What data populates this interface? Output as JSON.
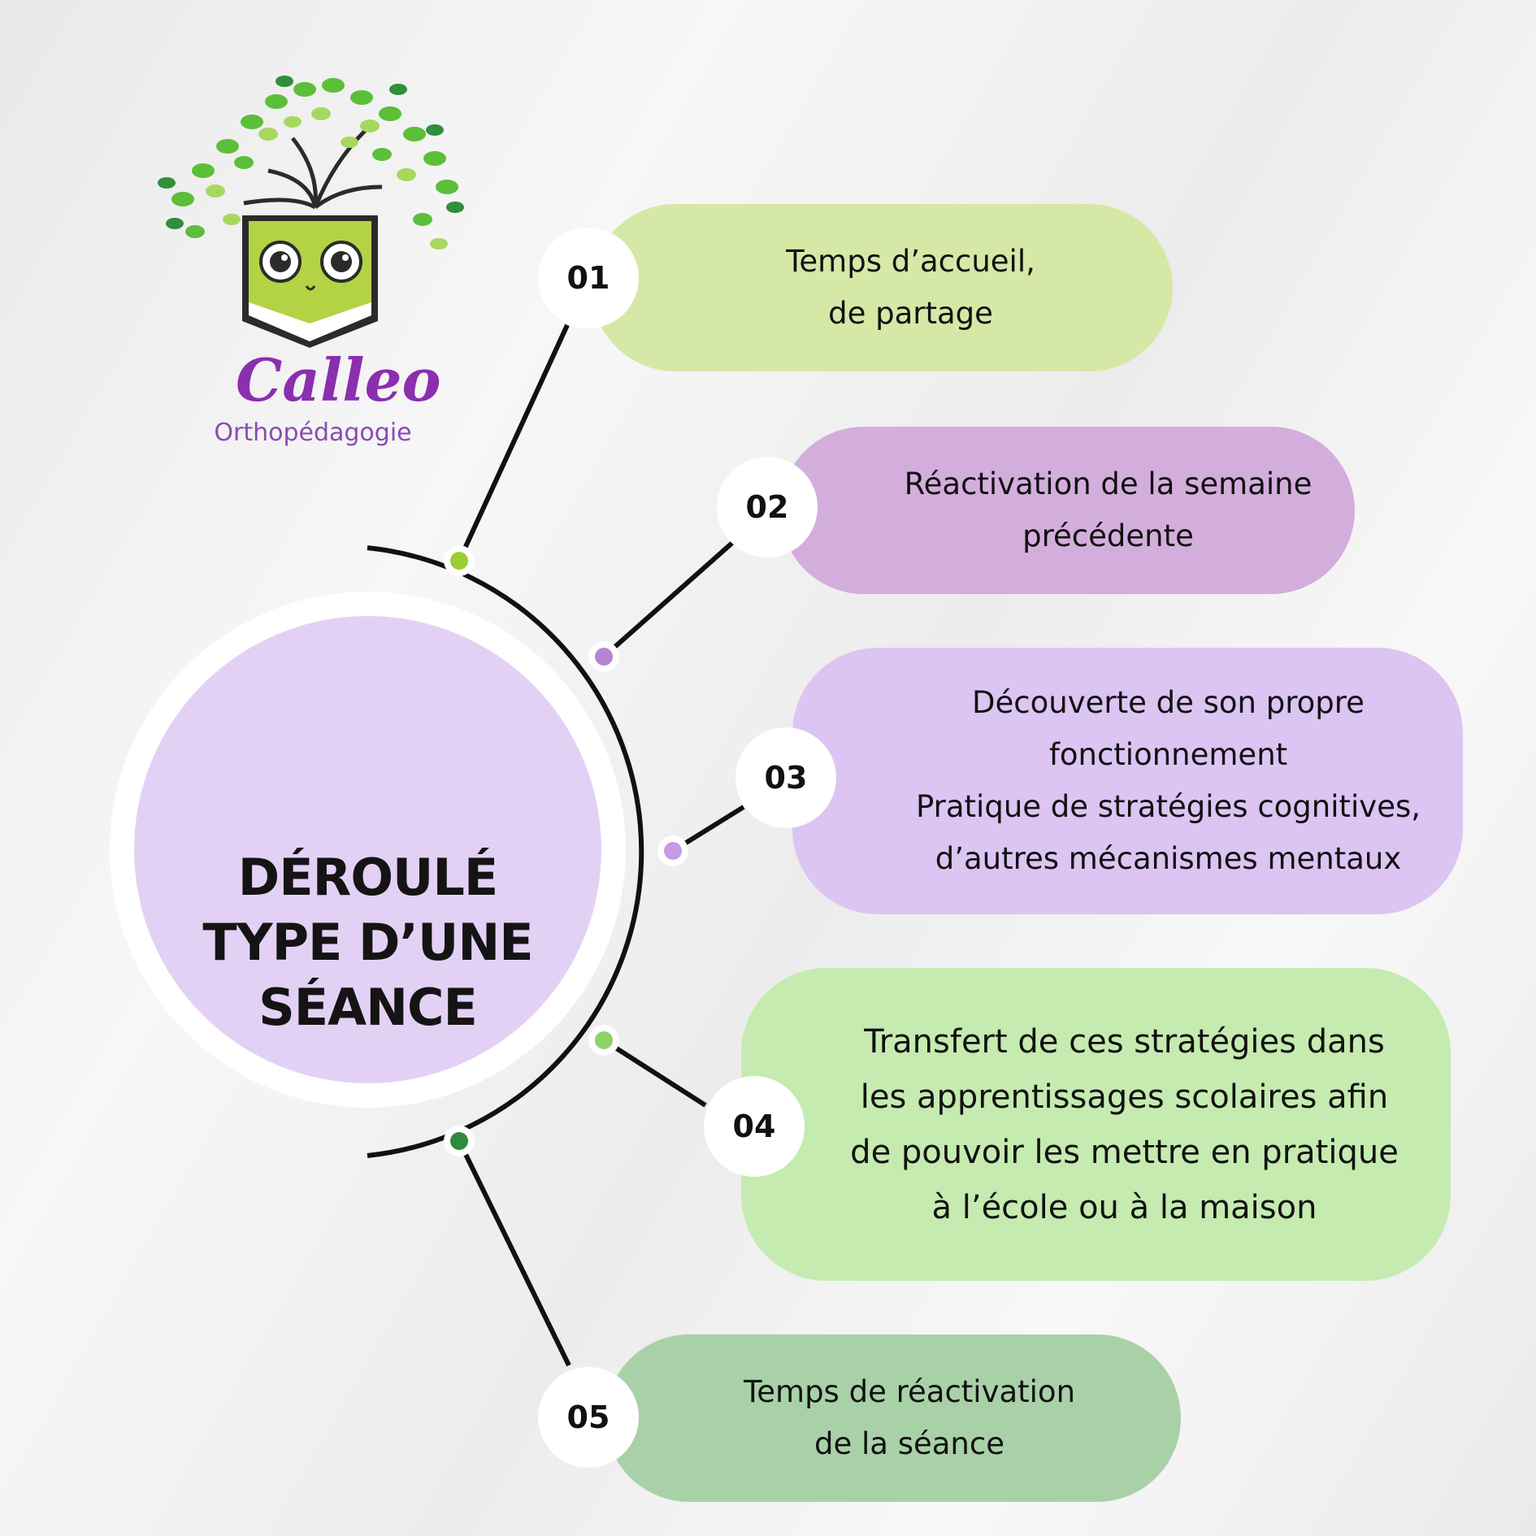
{
  "logo": {
    "name": "Calleo",
    "subtitle": "Orthopédagogie"
  },
  "center": {
    "title_lines": [
      "DÉROULÉ",
      "TYPE D’UNE",
      "SÉANCE"
    ]
  },
  "steps": [
    {
      "number": "01",
      "text": "Temps d’accueil,\nde partage",
      "color": "#d5e8a6",
      "dot_color": "#9acd32"
    },
    {
      "number": "02",
      "text": "Réactivation de la semaine\nprécédente",
      "color": "#d3aedc",
      "dot_color": "#b684d3"
    },
    {
      "number": "03",
      "text": "Découverte de son propre\nfonctionnement\nPratique de stratégies cognitives,\nd’autres mécanismes mentaux",
      "color": "#dcc4f3",
      "dot_color": "#c59be6"
    },
    {
      "number": "04",
      "text": "Transfert de ces stratégies dans\nles apprentissages scolaires afin\nde pouvoir les mettre en pratique\nà l’école ou à la maison",
      "color": "#c5ebb0",
      "dot_color": "#8fd16a"
    },
    {
      "number": "05",
      "text": "Temps de réactivation\nde la séance",
      "color": "#a9d1a8",
      "dot_color": "#2e8b3e"
    }
  ]
}
